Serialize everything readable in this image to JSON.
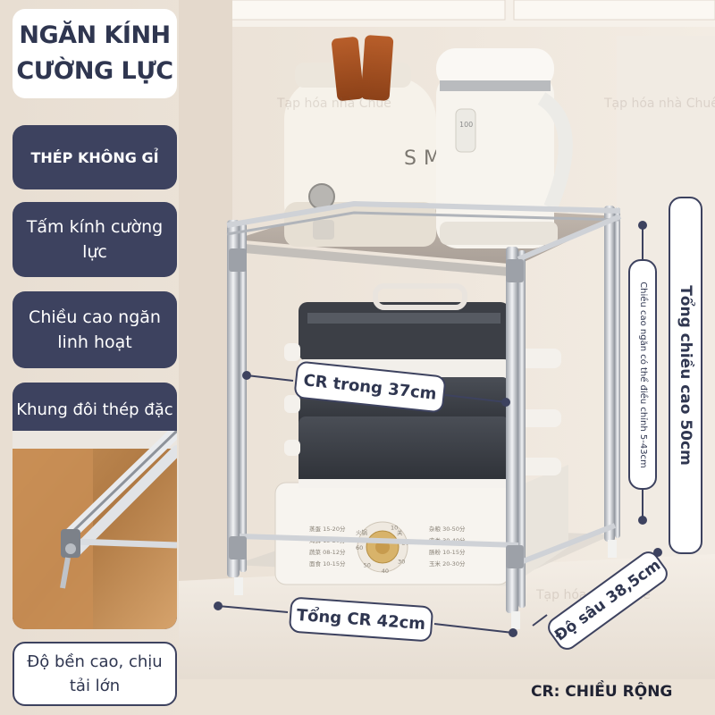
{
  "features": {
    "title_line1": "NGĂN KÍNH",
    "title_line2": "CƯỜNG LỰC",
    "steel": "THÉP KHÔNG GỈ",
    "glass": "Tấm kính cường lực",
    "height": "Chiều cao ngăn linh hoạt",
    "frame": "Khung đôi thép đặc",
    "durability": "Độ bền cao, chịu tải lớn"
  },
  "dimensions": {
    "inner_width": "CR trong 37cm",
    "total_width": "Tổng CR 42cm",
    "depth": "Độ sâu 38,5cm",
    "adjustable_height": "Chiều cao ngăn có thể điều chỉnh 5-43cm",
    "total_height": "Tổng chiều cao 50cm"
  },
  "footnote": "CR: CHIỀU RỘNG",
  "appliances": {
    "toaster_brand": "SMEG",
    "kettle_display": "100",
    "timer_labels_left": [
      "蒸蛋 15-20分",
      "海鲜 15-20分",
      "蔬菜 08-12分",
      "面食 10-15分"
    ],
    "timer_labels_right": [
      "杂粮 30-50分",
      "肉类 30-40分",
      "肠粉 10-15分",
      "玉米 20-30分"
    ],
    "dial_top": "火锅",
    "dial_right": "关",
    "dial_numbers": [
      "10",
      "20",
      "30",
      "40",
      "50",
      "60"
    ]
  },
  "watermark": "Tạp hóa nhà Chuê",
  "colors": {
    "navy": "#3d425f",
    "white": "#ffffff",
    "steel": "#c9ccd2"
  }
}
